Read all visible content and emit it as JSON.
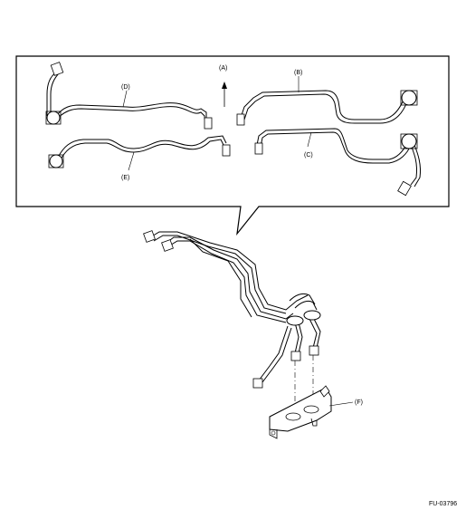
{
  "labels": {
    "a": "(A)",
    "b": "(B)",
    "c": "(C)",
    "d": "(D)",
    "e": "(E)",
    "f": "(F)"
  },
  "figure_id": "FU-03796"
}
